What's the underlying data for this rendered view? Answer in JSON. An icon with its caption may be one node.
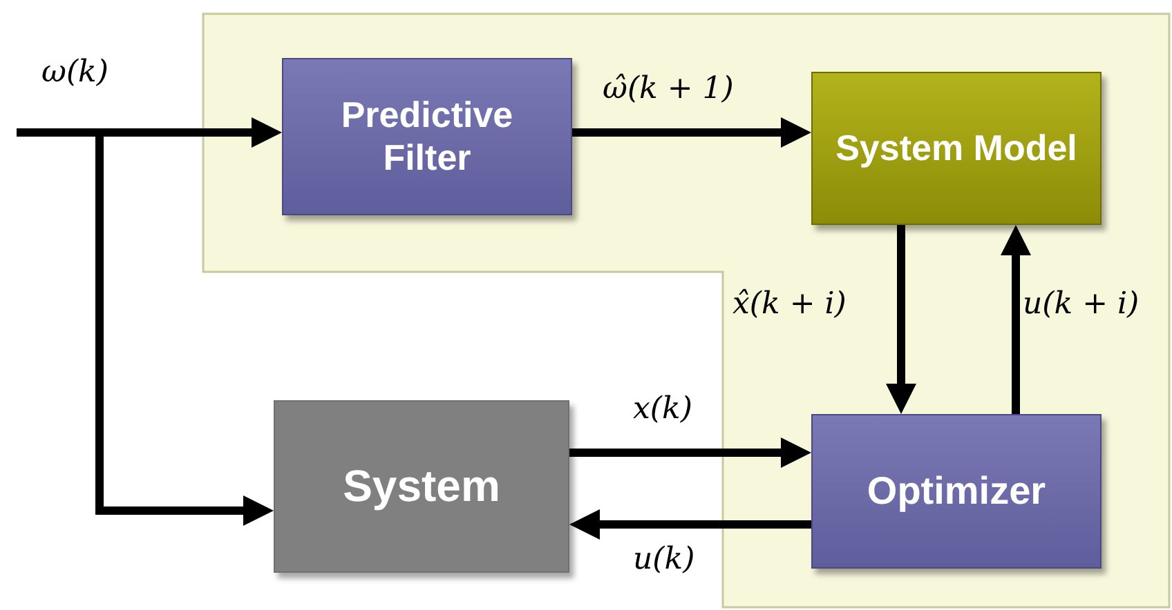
{
  "diagram": {
    "nodes": [
      {
        "text": [
          "Predictive Filter"
        ]
      },
      {
        "text": [
          "System Model"
        ]
      },
      {
        "text": [
          "System"
        ]
      },
      {
        "text": [
          "Optimizer"
        ]
      }
    ],
    "edges": [
      {
        "from": null,
        "to": 0,
        "arrow": "to",
        "label": "ω(k)"
      },
      {
        "from": null,
        "to": 2,
        "arrow": "to"
      },
      {
        "from": 0,
        "to": 1,
        "arrow": "to",
        "label": "ω̂(k + 1)"
      },
      {
        "from": 1,
        "to": 3,
        "arrow": "to",
        "label": "x̂(k + i)"
      },
      {
        "from": 3,
        "to": 1,
        "arrow": "to",
        "label": "u(k + i)"
      },
      {
        "from": 2,
        "to": 3,
        "arrow": "to",
        "label": "x(k)"
      },
      {
        "from": 3,
        "to": 2,
        "arrow": "to",
        "label": "u(k)"
      }
    ]
  }
}
